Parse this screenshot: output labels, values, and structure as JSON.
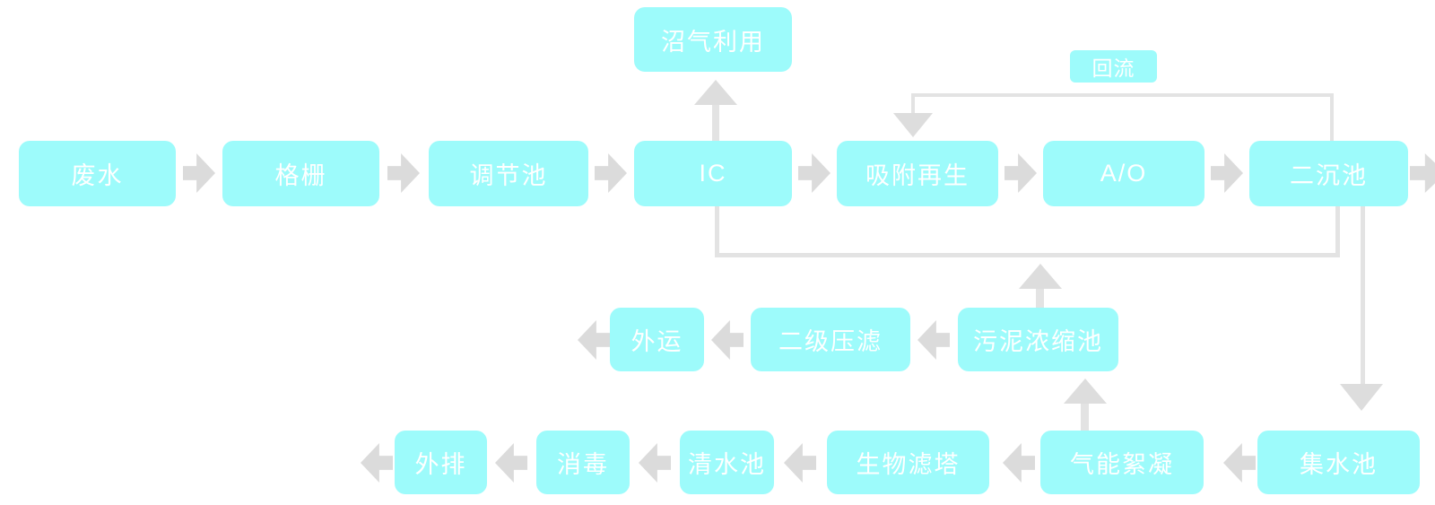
{
  "colors": {
    "node_fill": "#9DFBFB",
    "node_text": "#FFFFFF",
    "block_arrow": "#DBDBDB",
    "connector_line": "#E3E3E3",
    "background": "#FFFFFF"
  },
  "top_row": {
    "nodes": [
      "废水",
      "格栅",
      "调节池",
      "IC",
      "吸附再生",
      "A/O",
      "二沉池"
    ]
  },
  "biogas_branch": {
    "label": "沼气利用"
  },
  "reflux_branch": {
    "label": "回流"
  },
  "sludge_row": {
    "nodes": [
      "外运",
      "二级压滤",
      "污泥浓缩池"
    ]
  },
  "effluent_row": {
    "nodes": [
      "外排",
      "消毒",
      "清水池",
      "生物滤塔",
      "气能絮凝",
      "集水池"
    ]
  }
}
